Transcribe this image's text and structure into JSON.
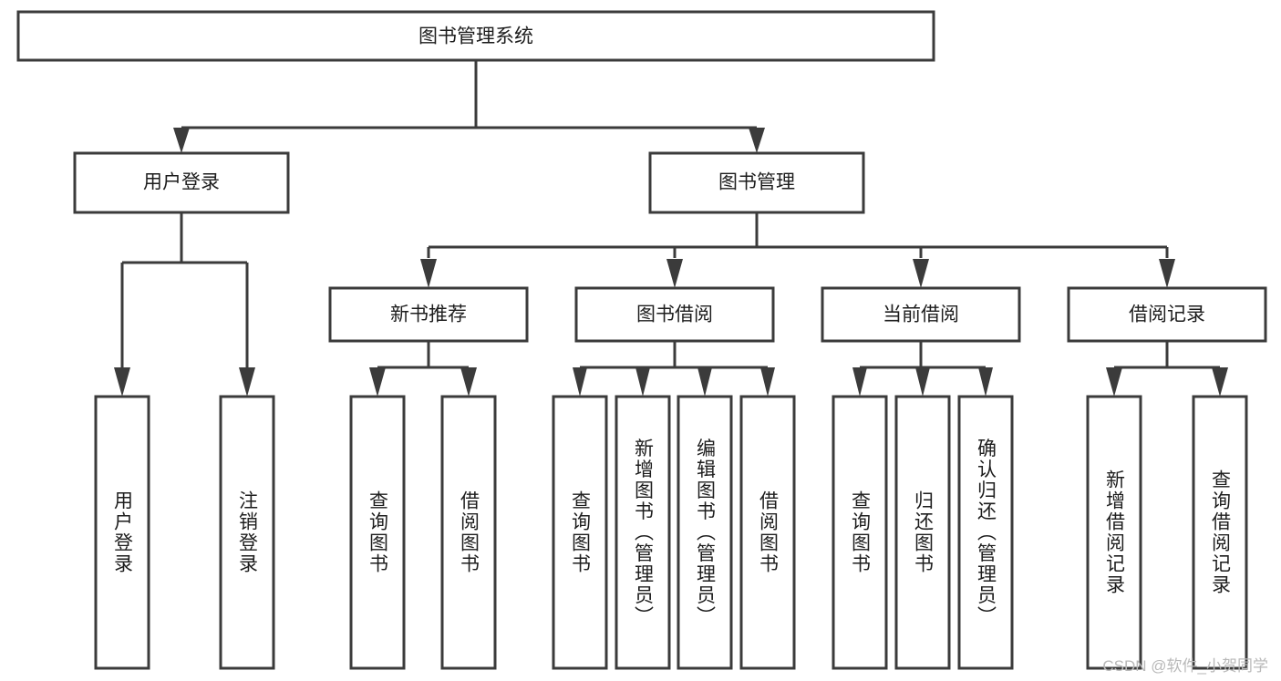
{
  "diagram": {
    "type": "tree-hierarchy",
    "title": "图书管理系统",
    "watermark": "CSDN @软件_小贺同学",
    "colors": {
      "box_stroke": "#3b3b3b",
      "box_fill": "#ffffff",
      "text": "#1d1d1d",
      "background": "#ffffff",
      "watermark": "#b9b9b9"
    },
    "root": {
      "label": "图书管理系统"
    },
    "level2": [
      {
        "label": "用户登录"
      },
      {
        "label": "图书管理"
      }
    ],
    "level3": [
      {
        "label": "新书推荐"
      },
      {
        "label": "图书借阅"
      },
      {
        "label": "当前借阅"
      },
      {
        "label": "借阅记录"
      }
    ],
    "leaves": {
      "user_login": [
        {
          "label": "用户登录"
        },
        {
          "label": "注销登录"
        }
      ],
      "new_book_recommend": [
        {
          "label": "查询图书"
        },
        {
          "label": "借阅图书"
        }
      ],
      "book_borrow": [
        {
          "label": "查询图书"
        },
        {
          "label": "新增图书（管理员）"
        },
        {
          "label": "编辑图书（管理员）"
        },
        {
          "label": "借阅图书"
        }
      ],
      "current_borrow": [
        {
          "label": "查询图书"
        },
        {
          "label": "归还图书"
        },
        {
          "label": "确认归还（管理员）"
        }
      ],
      "borrow_record": [
        {
          "label": "新增借阅记录"
        },
        {
          "label": "查询借阅记录"
        }
      ]
    }
  }
}
